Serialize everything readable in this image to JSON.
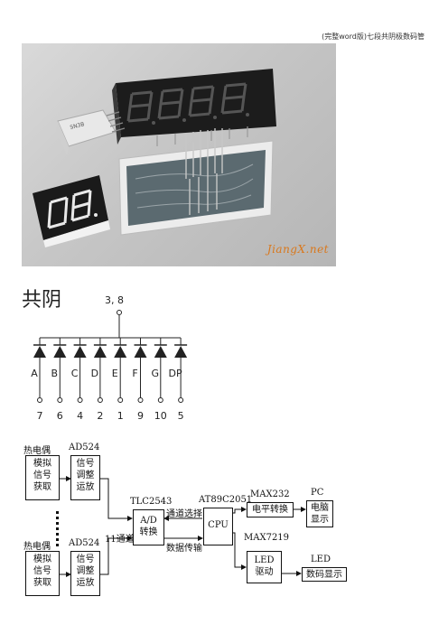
{
  "header": {
    "note": "(完整word版)七段共阴极数码管"
  },
  "photo": {
    "watermark": "JiangX.net",
    "module_label": "SN3B"
  },
  "pinout": {
    "title": "共阴",
    "common_pin": "3, 8",
    "segments": [
      "A",
      "B",
      "C",
      "D",
      "E",
      "F",
      "G",
      "DP"
    ],
    "pins": [
      "7",
      "6",
      "4",
      "2",
      "1",
      "9",
      "10",
      "5"
    ]
  },
  "block_diagram": {
    "sensor_top": "热电偶",
    "sensor_bottom": "热电偶",
    "acq_box": [
      "模拟",
      "信号",
      "获取"
    ],
    "ad524_top": "AD524",
    "ad524_bottom": "AD524",
    "amp_box": [
      "信号",
      "调整",
      "运放"
    ],
    "tlc_label": "TLC2543",
    "adc_box": [
      "A/D",
      "转换"
    ],
    "channels_label": "11通道",
    "channel_select": "通道选择",
    "data_transfer": "数据传输",
    "mcu_label": "AT89C2051",
    "cpu_box": "CPU",
    "max232_label": "MAX232",
    "level_box": "电平转换",
    "pc_label": "PC",
    "pc_box": [
      "电脑",
      "显示"
    ],
    "max7219_label": "MAX7219",
    "led_drive_box": [
      "LED",
      "驱动"
    ],
    "led_label": "LED",
    "led_display_box": "数码显示"
  }
}
